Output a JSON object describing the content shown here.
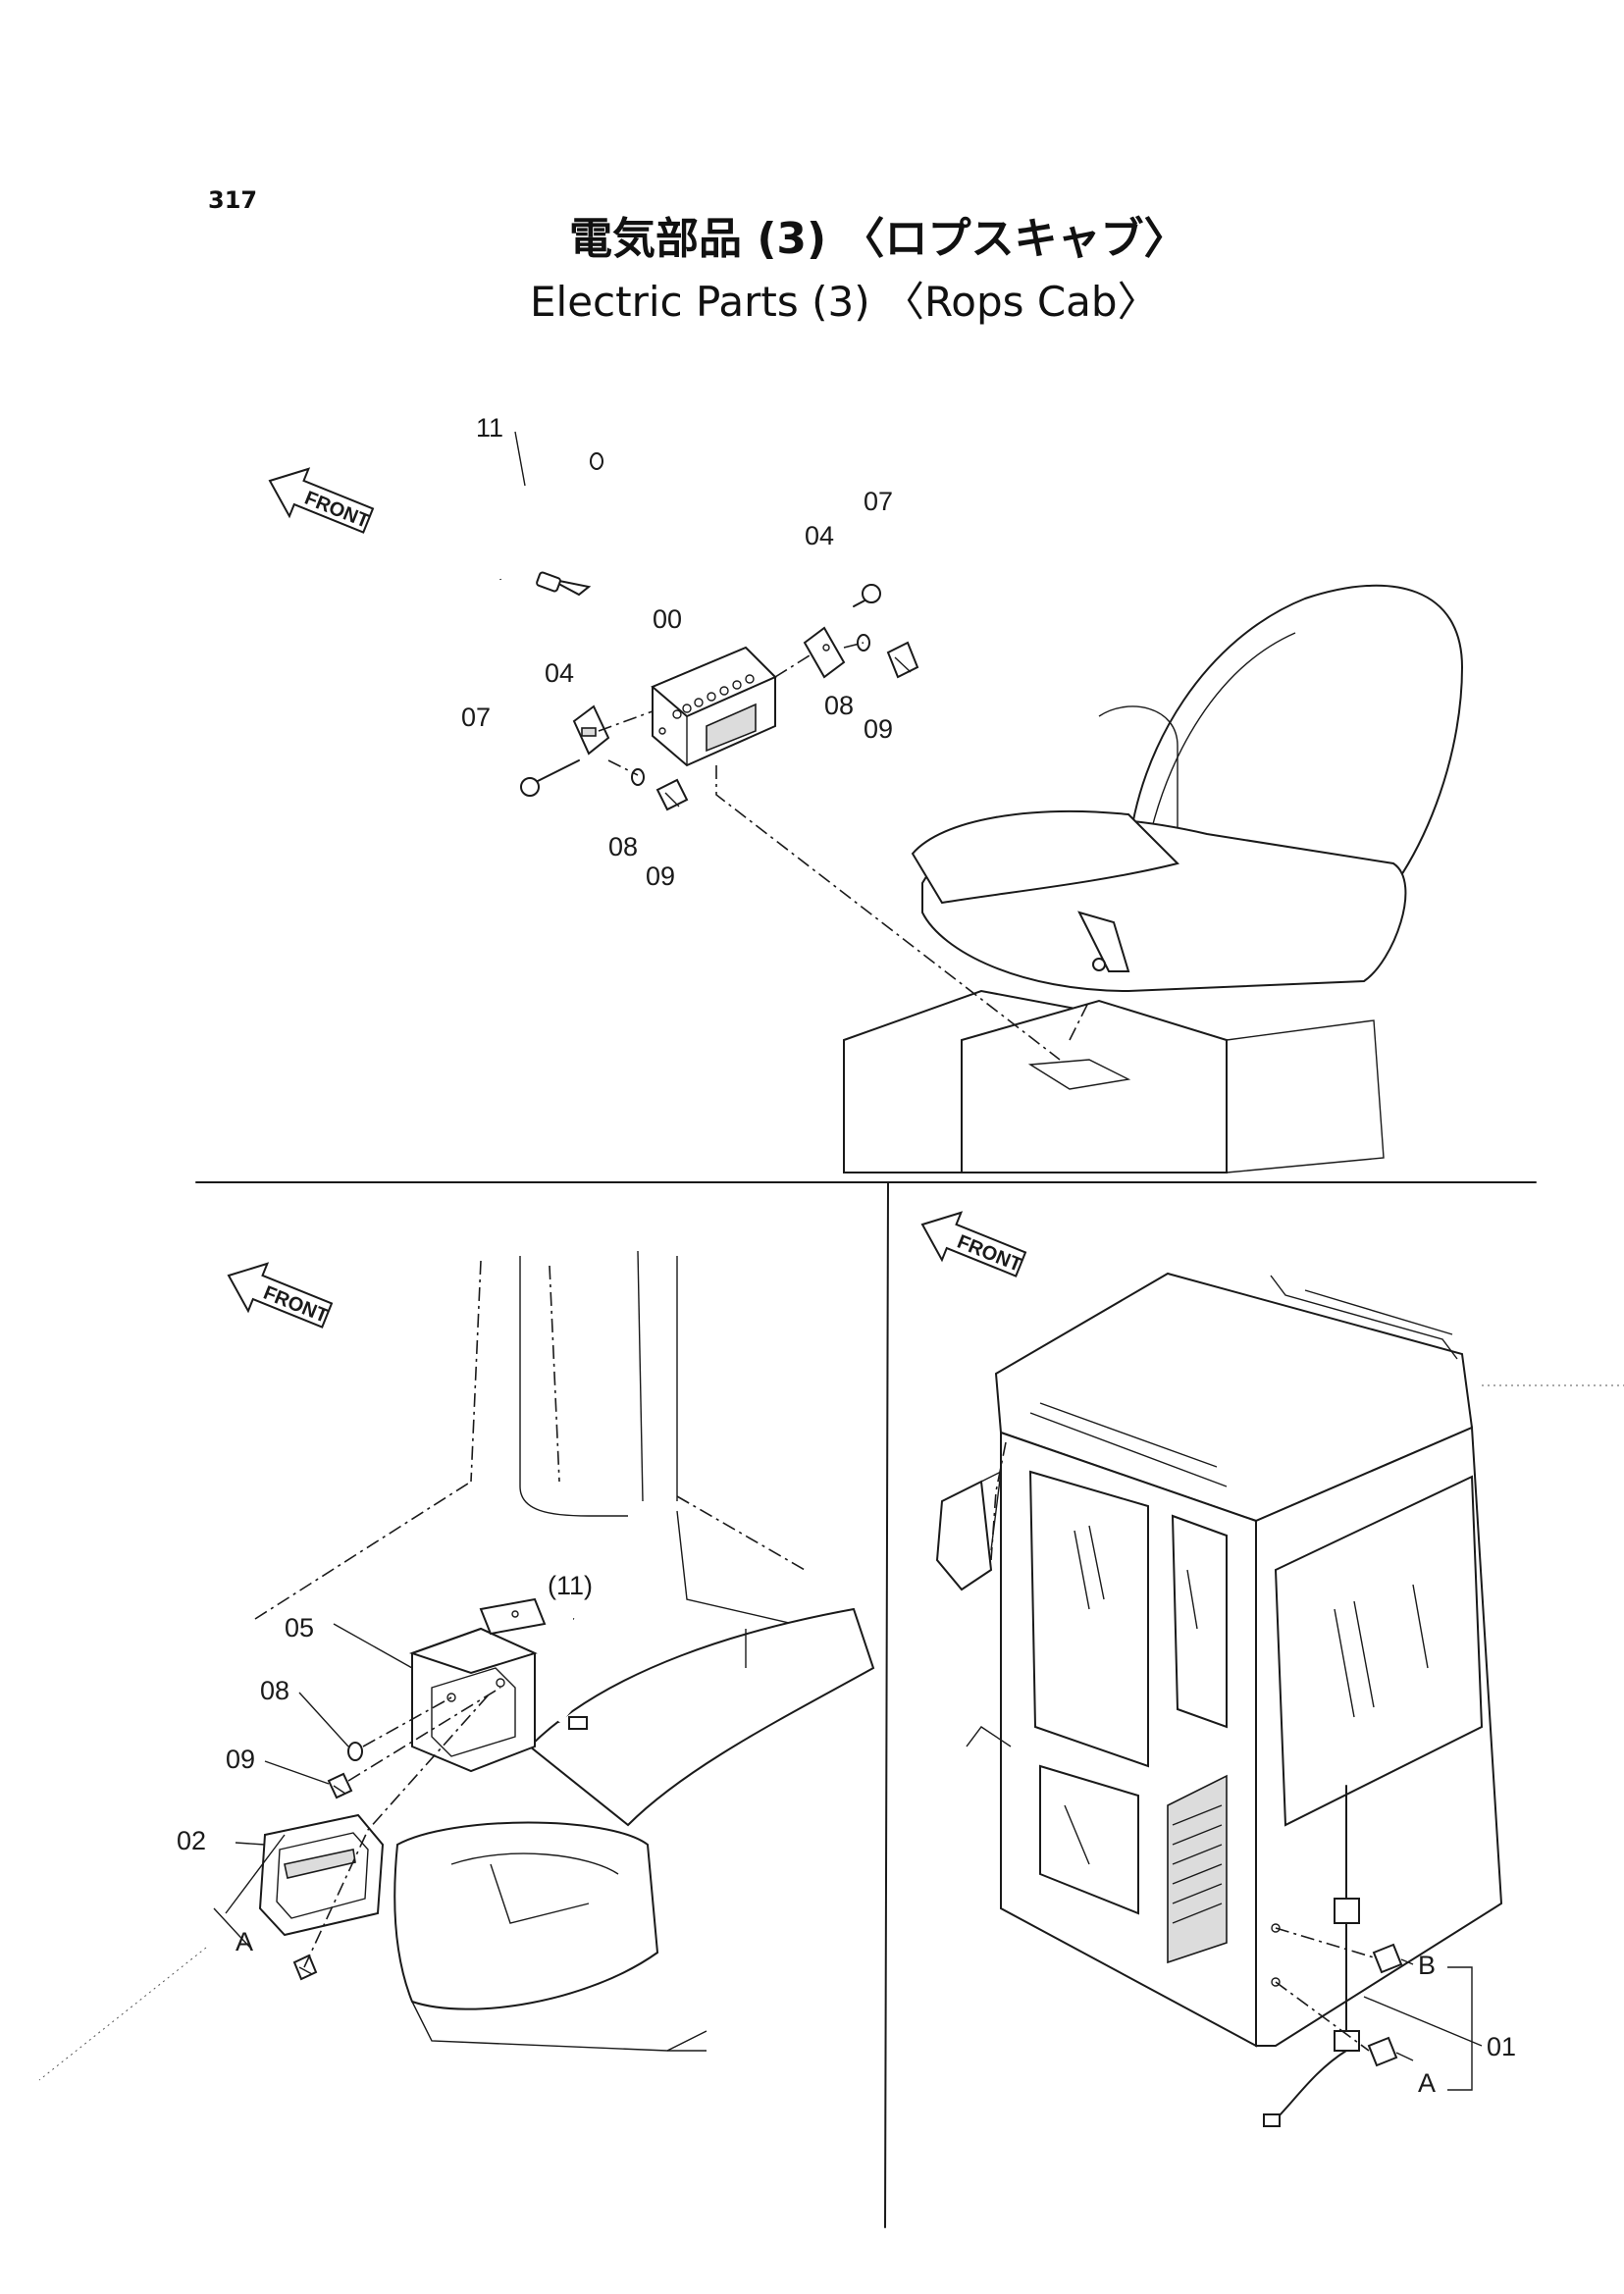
{
  "page_number": "317",
  "title_jp": "電気部品 (3) 〈ロプスキャブ〉",
  "title_en": "Electric Parts (3) 〈Rops Cab〉",
  "front_label": "FRONT",
  "callouts_top": {
    "c11": "11",
    "c00": "00",
    "c04a": "04",
    "c07a": "07",
    "c04b": "04",
    "c07b": "07",
    "c08a": "08",
    "c09a": "09",
    "c08b": "08",
    "c09b": "09"
  },
  "callouts_left": {
    "c11p": "(11)",
    "c05": "05",
    "c08": "08",
    "c09": "09",
    "c02": "02",
    "cA": "A"
  },
  "callouts_right": {
    "cB": "B",
    "c01": "01",
    "cA": "A"
  }
}
